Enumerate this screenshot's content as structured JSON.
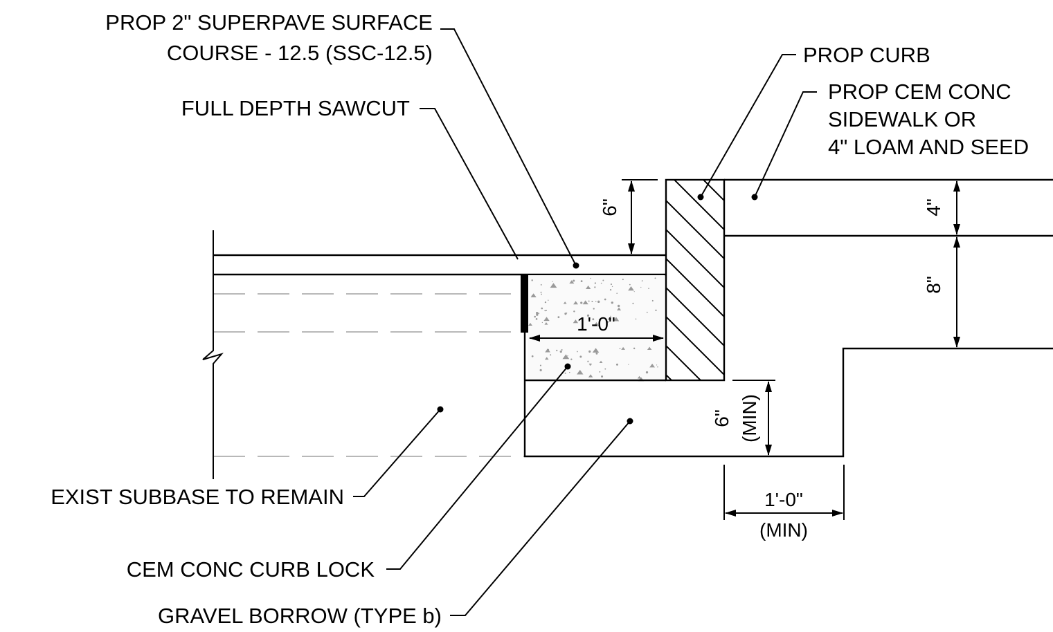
{
  "labels": {
    "surface_course_line1": "PROP 2\" SUPERPAVE SURFACE",
    "surface_course_line2": "COURSE - 12.5 (SSC-12.5)",
    "sawcut": "FULL DEPTH SAWCUT",
    "curb": "PROP CURB",
    "sidewalk_line1": "PROP CEM CONC",
    "sidewalk_line2": "SIDEWALK OR",
    "sidewalk_line3": "4\" LOAM AND SEED",
    "subbase": "EXIST SUBBASE TO REMAIN",
    "curb_lock": "CEM CONC CURB LOCK",
    "gravel": "GRAVEL BORROW (TYPE b)"
  },
  "dimensions": {
    "curb_reveal": "6\"",
    "sidewalk_thickness": "4\"",
    "sidewalk_base": "8\"",
    "curb_lock_width": "1'-0\"",
    "gravel_depth": "6\"",
    "gravel_depth_note": "(MIN)",
    "gravel_width": "1'-0\"",
    "gravel_width_note": "(MIN)"
  }
}
